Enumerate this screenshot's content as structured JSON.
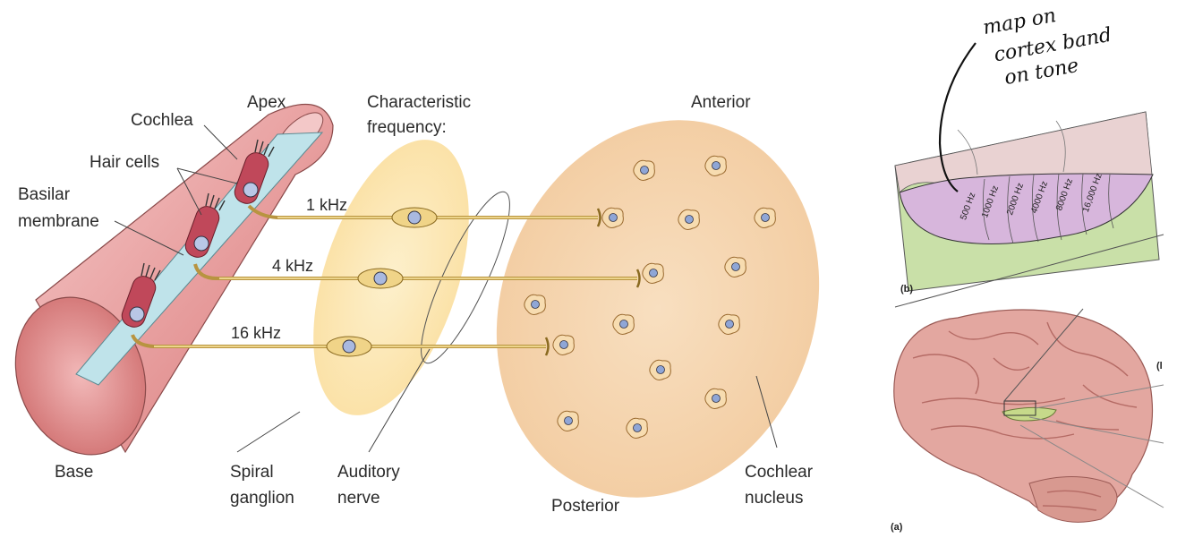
{
  "labels": {
    "cochlea": "Cochlea",
    "apex": "Apex",
    "hair_cells": "Hair cells",
    "basilar_membrane_1": "Basilar",
    "basilar_membrane_2": "membrane",
    "base": "Base",
    "characteristic_frequency_1": "Characteristic",
    "characteristic_frequency_2": "frequency:",
    "spiral_ganglion_1": "Spiral",
    "spiral_ganglion_2": "ganglion",
    "auditory_nerve_1": "Auditory",
    "auditory_nerve_2": "nerve",
    "anterior": "Anterior",
    "posterior": "Posterior",
    "cochlear_nucleus_1": "Cochlear",
    "cochlear_nucleus_2": "nucleus"
  },
  "frequencies": [
    "1 kHz",
    "4 kHz",
    "16 kHz"
  ],
  "cortex_map": {
    "panel_label": "(b)",
    "bands": [
      "500 Hz",
      "1000 Hz",
      "2000 Hz",
      "4000 Hz",
      "8000 Hz",
      "16,000 Hz"
    ]
  },
  "brain_panel": {
    "panel_label": "(a)",
    "cut_label": "(l"
  },
  "handwritten_note": [
    "map on",
    "cortex band",
    "on tone"
  ],
  "colors": {
    "cochlea_tube": "#e8a0a0",
    "basilar_membrane": "#bfe3ea",
    "ganglion_region": "#fbe7b3",
    "nucleus_region": "#f6d7b3",
    "nerve_fiber": "#d8b86a",
    "auditory_cortex": "#d7b6dc",
    "cortex_green": "#c9e0a8"
  }
}
